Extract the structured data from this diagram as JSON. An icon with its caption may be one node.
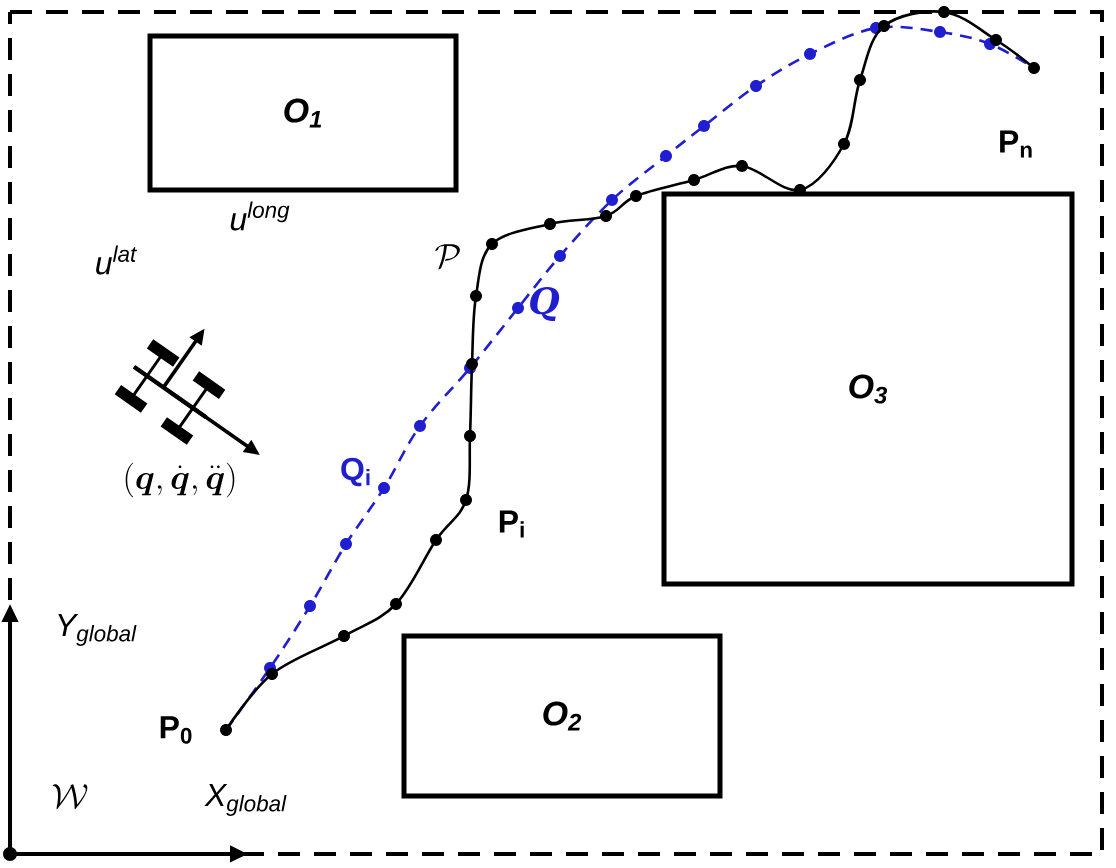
{
  "diagram": {
    "nodes": [
      {
        "text": [
          "O$_{1}$"
        ]
      },
      {
        "text": [
          "O$_{3}$"
        ]
      },
      {
        "text": [
          "O$_{2}$"
        ]
      }
    ],
    "edges": [],
    "labels": [
      "u$^{lat}$",
      "u$^{long}$",
      "(\\boldsymbol{q},\\dot{\\boldsymbol{q}},\\ddot{\\boldsymbol{q}})",
      "\\mathcal{P}",
      "Q",
      "Q$_{i}$",
      "P$_{i}$",
      "P$_{n}$",
      "Y$_{global}$",
      "P$_{0}$",
      "\\mathcal{W}",
      "X$_{global}$"
    ]
  }
}
